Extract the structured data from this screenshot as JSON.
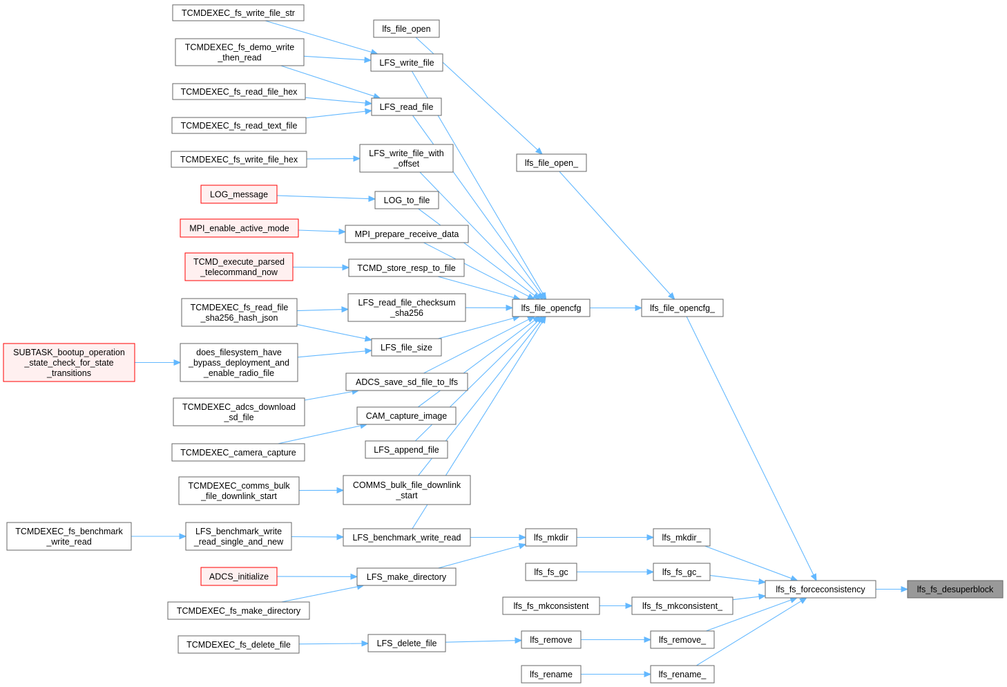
{
  "graph": {
    "colors": {
      "edge": "#63b8ff",
      "node_border": "#666666",
      "node_fill": "#ffffff",
      "highlight_border": "#ff0000",
      "highlight_fill": "#fff0f0",
      "focus_fill": "#999999"
    },
    "nodes": [
      {
        "id": "n1",
        "lines": [
          "TCMDEXEC_fs_write_file_str"
        ],
        "style": "normal"
      },
      {
        "id": "n2",
        "lines": [
          "TCMDEXEC_fs_demo_write",
          "_then_read"
        ],
        "style": "normal"
      },
      {
        "id": "n3",
        "lines": [
          "TCMDEXEC_fs_read_file_hex"
        ],
        "style": "normal"
      },
      {
        "id": "n4",
        "lines": [
          "TCMDEXEC_fs_read_text_file"
        ],
        "style": "normal"
      },
      {
        "id": "n5",
        "lines": [
          "TCMDEXEC_fs_write_file_hex"
        ],
        "style": "normal"
      },
      {
        "id": "n6",
        "lines": [
          "LOG_message"
        ],
        "style": "highlight"
      },
      {
        "id": "n7",
        "lines": [
          "MPI_enable_active_mode"
        ],
        "style": "highlight"
      },
      {
        "id": "n8",
        "lines": [
          "TCMD_execute_parsed",
          "_telecommand_now"
        ],
        "style": "highlight"
      },
      {
        "id": "n9",
        "lines": [
          "TCMDEXEC_fs_read_file",
          "_sha256_hash_json"
        ],
        "style": "normal"
      },
      {
        "id": "n10",
        "lines": [
          "SUBTASK_bootup_operation",
          "_state_check_for_state",
          "_transitions"
        ],
        "style": "highlight"
      },
      {
        "id": "n11",
        "lines": [
          "does_filesystem_have",
          "_bypass_deployment_and",
          "_enable_radio_file"
        ],
        "style": "normal"
      },
      {
        "id": "n12",
        "lines": [
          "TCMDEXEC_adcs_download",
          "_sd_file"
        ],
        "style": "normal"
      },
      {
        "id": "n13",
        "lines": [
          "TCMDEXEC_camera_capture"
        ],
        "style": "normal"
      },
      {
        "id": "n14",
        "lines": [
          "TCMDEXEC_comms_bulk",
          "_file_downlink_start"
        ],
        "style": "normal"
      },
      {
        "id": "n15",
        "lines": [
          "TCMDEXEC_fs_benchmark",
          "_write_read"
        ],
        "style": "normal"
      },
      {
        "id": "n16",
        "lines": [
          "LFS_benchmark_write",
          "_read_single_and_new"
        ],
        "style": "normal"
      },
      {
        "id": "n17",
        "lines": [
          "ADCS_initialize"
        ],
        "style": "highlight"
      },
      {
        "id": "n18",
        "lines": [
          "TCMDEXEC_fs_make_directory"
        ],
        "style": "normal"
      },
      {
        "id": "n19",
        "lines": [
          "TCMDEXEC_fs_delete_file"
        ],
        "style": "normal"
      },
      {
        "id": "m1",
        "lines": [
          "lfs_file_open"
        ],
        "style": "normal"
      },
      {
        "id": "m2",
        "lines": [
          "LFS_write_file"
        ],
        "style": "normal"
      },
      {
        "id": "m3",
        "lines": [
          "LFS_read_file"
        ],
        "style": "normal"
      },
      {
        "id": "m4",
        "lines": [
          "LFS_write_file_with",
          "_offset"
        ],
        "style": "normal"
      },
      {
        "id": "m5",
        "lines": [
          "LOG_to_file"
        ],
        "style": "normal"
      },
      {
        "id": "m6",
        "lines": [
          "MPI_prepare_receive_data"
        ],
        "style": "normal"
      },
      {
        "id": "m7",
        "lines": [
          "TCMD_store_resp_to_file"
        ],
        "style": "normal"
      },
      {
        "id": "m8",
        "lines": [
          "LFS_read_file_checksum",
          "_sha256"
        ],
        "style": "normal"
      },
      {
        "id": "m9",
        "lines": [
          "LFS_file_size"
        ],
        "style": "normal"
      },
      {
        "id": "m10",
        "lines": [
          "ADCS_save_sd_file_to_lfs"
        ],
        "style": "normal"
      },
      {
        "id": "m11",
        "lines": [
          "CAM_capture_image"
        ],
        "style": "normal"
      },
      {
        "id": "m12",
        "lines": [
          "LFS_append_file"
        ],
        "style": "normal"
      },
      {
        "id": "m13",
        "lines": [
          "COMMS_bulk_file_downlink",
          "_start"
        ],
        "style": "normal"
      },
      {
        "id": "m14",
        "lines": [
          "LFS_benchmark_write_read"
        ],
        "style": "normal"
      },
      {
        "id": "m15",
        "lines": [
          "LFS_make_directory"
        ],
        "style": "normal"
      },
      {
        "id": "m16",
        "lines": [
          "LFS_delete_file"
        ],
        "style": "normal"
      },
      {
        "id": "c1",
        "lines": [
          "lfs_file_open_"
        ],
        "style": "normal"
      },
      {
        "id": "c2",
        "lines": [
          "lfs_file_opencfg"
        ],
        "style": "normal"
      },
      {
        "id": "c3",
        "lines": [
          "lfs_file_opencfg_"
        ],
        "style": "normal"
      },
      {
        "id": "d1",
        "lines": [
          "lfs_mkdir"
        ],
        "style": "normal"
      },
      {
        "id": "d2",
        "lines": [
          "lfs_mkdir_"
        ],
        "style": "normal"
      },
      {
        "id": "d3",
        "lines": [
          "lfs_fs_gc"
        ],
        "style": "normal"
      },
      {
        "id": "d4",
        "lines": [
          "lfs_fs_gc_"
        ],
        "style": "normal"
      },
      {
        "id": "d5",
        "lines": [
          "lfs_fs_mkconsistent"
        ],
        "style": "normal"
      },
      {
        "id": "d6",
        "lines": [
          "lfs_fs_mkconsistent_"
        ],
        "style": "normal"
      },
      {
        "id": "d7",
        "lines": [
          "lfs_remove"
        ],
        "style": "normal"
      },
      {
        "id": "d8",
        "lines": [
          "lfs_remove_"
        ],
        "style": "normal"
      },
      {
        "id": "d9",
        "lines": [
          "lfs_rename"
        ],
        "style": "normal"
      },
      {
        "id": "d10",
        "lines": [
          "lfs_rename_"
        ],
        "style": "normal"
      },
      {
        "id": "f1",
        "lines": [
          "lfs_fs_forceconsistency"
        ],
        "style": "normal"
      },
      {
        "id": "f2",
        "lines": [
          "lfs_fs_desuperblock"
        ],
        "style": "focus"
      }
    ],
    "edges": [
      [
        "n1",
        "m2"
      ],
      [
        "n2",
        "m2"
      ],
      [
        "n2",
        "m3"
      ],
      [
        "n3",
        "m3"
      ],
      [
        "n4",
        "m3"
      ],
      [
        "n5",
        "m4"
      ],
      [
        "n6",
        "m5"
      ],
      [
        "n7",
        "m6"
      ],
      [
        "n8",
        "m7"
      ],
      [
        "n9",
        "m8"
      ],
      [
        "n9",
        "m9"
      ],
      [
        "n10",
        "n11"
      ],
      [
        "n11",
        "m9"
      ],
      [
        "n12",
        "m10"
      ],
      [
        "n13",
        "m11"
      ],
      [
        "n14",
        "m13"
      ],
      [
        "n15",
        "n16"
      ],
      [
        "n16",
        "m14"
      ],
      [
        "n17",
        "m15"
      ],
      [
        "n18",
        "m15"
      ],
      [
        "n19",
        "m16"
      ],
      [
        "m1",
        "c1"
      ],
      [
        "c1",
        "c3"
      ],
      [
        "m2",
        "c2"
      ],
      [
        "m3",
        "c2"
      ],
      [
        "m4",
        "c2"
      ],
      [
        "m5",
        "c2"
      ],
      [
        "m6",
        "c2"
      ],
      [
        "m7",
        "c2"
      ],
      [
        "m8",
        "c2"
      ],
      [
        "m9",
        "c2"
      ],
      [
        "m10",
        "c2"
      ],
      [
        "m11",
        "c2"
      ],
      [
        "m12",
        "c2"
      ],
      [
        "m13",
        "c2"
      ],
      [
        "m14",
        "c2"
      ],
      [
        "c2",
        "c3"
      ],
      [
        "m14",
        "d1"
      ],
      [
        "m15",
        "d1"
      ],
      [
        "d1",
        "d2"
      ],
      [
        "d3",
        "d4"
      ],
      [
        "d5",
        "d6"
      ],
      [
        "m16",
        "d7"
      ],
      [
        "d7",
        "d8"
      ],
      [
        "d9",
        "d10"
      ],
      [
        "c3",
        "f1"
      ],
      [
        "d2",
        "f1"
      ],
      [
        "d4",
        "f1"
      ],
      [
        "d6",
        "f1"
      ],
      [
        "d8",
        "f1"
      ],
      [
        "d10",
        "f1"
      ],
      [
        "f1",
        "f2"
      ]
    ]
  }
}
